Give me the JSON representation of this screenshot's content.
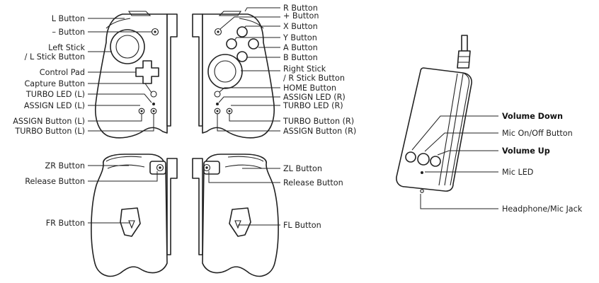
{
  "top_left": {
    "l_button": "L Button",
    "minus_button": "– Button",
    "left_stick_1": "Left Stick",
    "left_stick_2": "/ L Stick Button",
    "control_pad": "Control Pad",
    "capture_button": "Capture Button",
    "turbo_led_l": "TURBO LED (L)",
    "assign_led_l": "ASSIGN LED (L)",
    "assign_button_l": "ASSIGN Button (L)",
    "turbo_button_l": "TURBO Button (L)"
  },
  "top_right": {
    "r_button": "R Button",
    "plus_button": "+ Button",
    "x_button": "X Button",
    "y_button": "Y Button",
    "a_button": "A Button",
    "b_button": "B Button",
    "right_stick_1": "Right Stick",
    "right_stick_2": "/ R Stick Button",
    "home_button": "HOME Button",
    "assign_led_r": "ASSIGN LED (R)",
    "turbo_led_r": "TURBO LED (R)",
    "turbo_button_r": "TURBO Button (R)",
    "assign_button_r": "ASSIGN Button (R)"
  },
  "bottom_left": {
    "zr_button": "ZR Button",
    "release_button": "Release Button",
    "fr_button": "FR Button"
  },
  "bottom_right": {
    "zl_button": "ZL Button",
    "release_button": "Release Button",
    "fl_button": "FL Button"
  },
  "remote": {
    "volume_down": "Volume Down",
    "mic_button": "Mic On/Off Button",
    "volume_up": "Volume Up",
    "mic_led": "Mic LED",
    "jack": "Headphone/Mic Jack"
  }
}
